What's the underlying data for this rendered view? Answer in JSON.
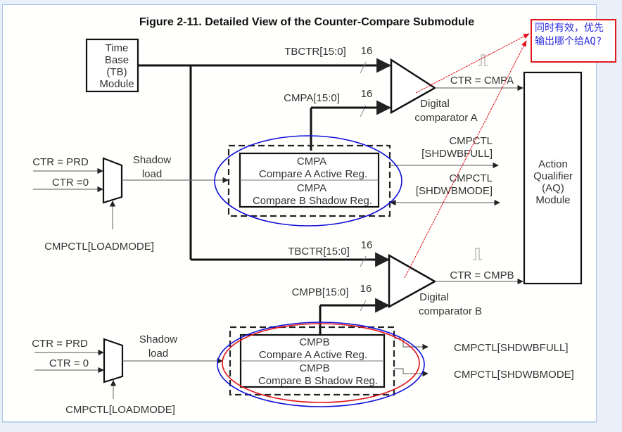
{
  "figure": {
    "title": "Figure 2-11. Detailed View of the Counter-Compare Submodule"
  },
  "time_base": {
    "lines": [
      "Time",
      "Base",
      "(TB)",
      "Module"
    ]
  },
  "comparator_a": {
    "input_tbctr": "TBCTR[15:0]",
    "input_cmp": "CMPA[15:0]",
    "bus_width_1": "16",
    "bus_width_2": "16",
    "output": "CTR = CMPA",
    "label_line1": "Digital",
    "label_line2": "comparator A"
  },
  "comparator_b": {
    "input_tbctr": "TBCTR[15:0]",
    "input_cmp": "CMPB[15:0]",
    "bus_width_1": "16",
    "bus_width_2": "16",
    "output": "CTR = CMPB",
    "label_line1": "Digital",
    "label_line2": "comparator B"
  },
  "mux_a": {
    "input1": "CTR = PRD",
    "input2": "CTR =0",
    "control": "CMPCTL[LOADMODE]",
    "output_line1": "Shadow",
    "output_line2": "load"
  },
  "mux_b": {
    "input1": "CTR = PRD",
    "input2": "CTR = 0",
    "control": "CMPCTL[LOADMODE]",
    "output_line1": "Shadow",
    "output_line2": "load"
  },
  "register_a": {
    "active_name": "CMPA",
    "active_desc": "Compare A Active Reg.",
    "shadow_name": "CMPA",
    "shadow_desc": "Compare B Shadow Reg.",
    "flag_full_line1": "CMPCTL",
    "flag_full_line2": "[SHDWBFULL]",
    "flag_mode_line1": "CMPCTL",
    "flag_mode_line2": "[SHDWBMODE]"
  },
  "register_b": {
    "active_name": "CMPB",
    "active_desc": "Compare A Active Reg.",
    "shadow_name": "CMPB",
    "shadow_desc": "Compare B Shadow Reg.",
    "flag_full": "CMPCTL[SHDWBFULL]",
    "flag_mode": "CMPCTL[SHDWBMODE]"
  },
  "action_qualifier": {
    "lines": [
      "Action",
      "Qualifier",
      "(AQ)",
      "Module"
    ]
  },
  "annotation": {
    "text": "同时有效，优先输出哪个给AQ?",
    "border_color": "#e0191d",
    "text_color": "#2a2ae0",
    "ellipse_a_color": "#1010d8",
    "ellipse_b_outer_color": "#1010d8",
    "ellipse_b_inner_color": "#e0101a",
    "arrow_color": "#e0101a"
  }
}
